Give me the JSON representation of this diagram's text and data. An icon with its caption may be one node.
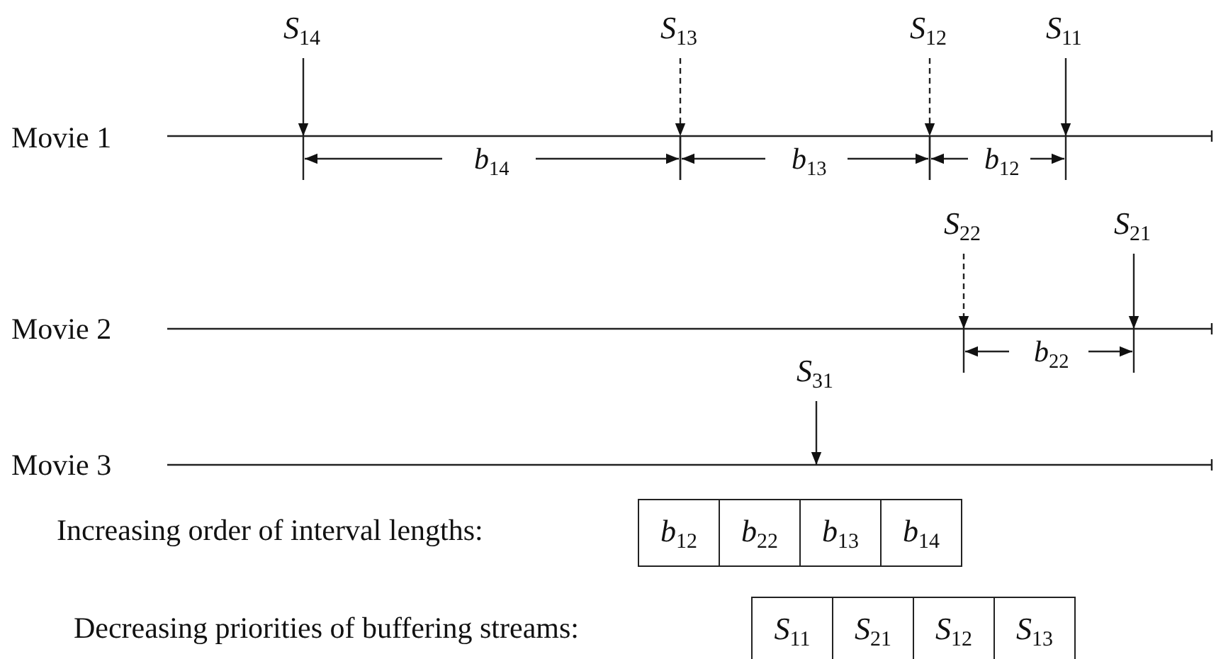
{
  "diagram": {
    "nodes": [
      {
        "text": [
          "*S*$_{14}$"
        ]
      },
      {
        "text": [
          "*S*$_{13}$"
        ]
      },
      {
        "text": [
          "*S*$_{12}$"
        ]
      },
      {
        "text": [
          "*S*$_{11}$"
        ]
      },
      {
        "text": [
          "*S*$_{22}$"
        ]
      },
      {
        "text": [
          "*S*$_{21}$"
        ]
      },
      {
        "text": [
          "*S*$_{31}$"
        ]
      }
    ],
    "edges": [
      {
        "from": 0,
        "to": null,
        "arrow": "to"
      },
      {
        "from": 1,
        "to": null,
        "arrow": "to",
        "style": "dashed"
      },
      {
        "from": 2,
        "to": null,
        "arrow": "to",
        "style": "dashed"
      },
      {
        "from": 3,
        "to": null,
        "arrow": "to"
      },
      {
        "from": 4,
        "to": null,
        "arrow": "to",
        "style": "dashed"
      },
      {
        "from": 5,
        "to": null,
        "arrow": "to"
      },
      {
        "from": 6,
        "to": null,
        "arrow": "to"
      }
    ],
    "labels": [
      "Movie 1",
      "*b*$_{14}$",
      "*b*$_{13}$",
      "*b*$_{12}$",
      "Movie 2",
      "*b*$_{22}$",
      "Movie 3",
      "Increasing order of interval lengths:",
      "*b*$_{12}$",
      "*b*$_{22}$",
      "*b*$_{13}$",
      "*b*$_{14}$",
      "Decreasing priorities of buffering streams:",
      "*S*$_{11}$",
      "*S*$_{21}$",
      "*S*$_{12}$",
      "*S*$_{13}$"
    ]
  }
}
